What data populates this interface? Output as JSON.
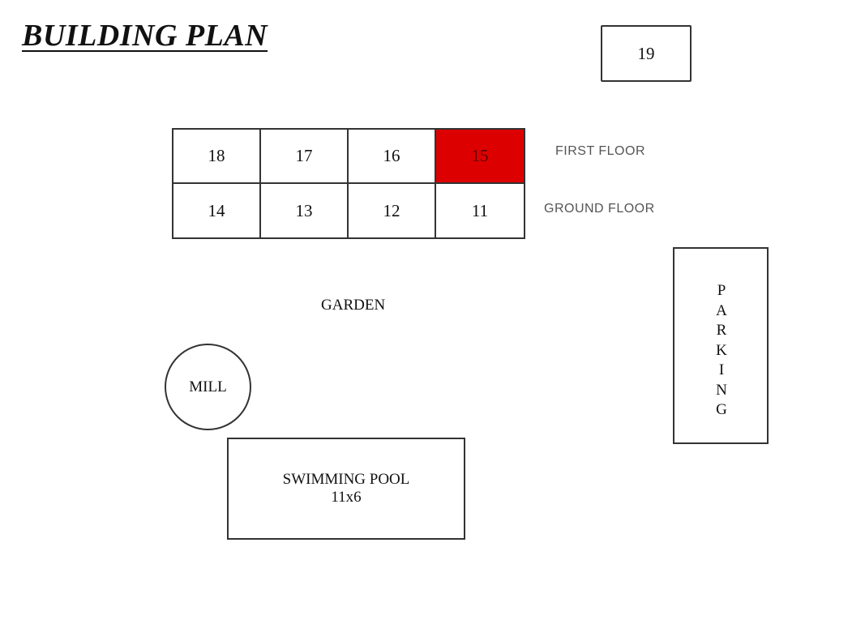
{
  "title": "BUILDING PLAN",
  "units": {
    "first_floor": [
      "18",
      "17",
      "16",
      "15"
    ],
    "ground_floor": [
      "14",
      "13",
      "12",
      "11"
    ],
    "detached": "19",
    "highlighted": "15",
    "highlight_color": "#dd0000"
  },
  "floor_labels": {
    "first": "FIRST FLOOR",
    "ground": "GROUND FLOOR"
  },
  "areas": {
    "garden": "GARDEN",
    "mill": "MILL",
    "pool_name": "SWIMMING POOL",
    "pool_size": "11x6",
    "parking": "PARKING"
  }
}
